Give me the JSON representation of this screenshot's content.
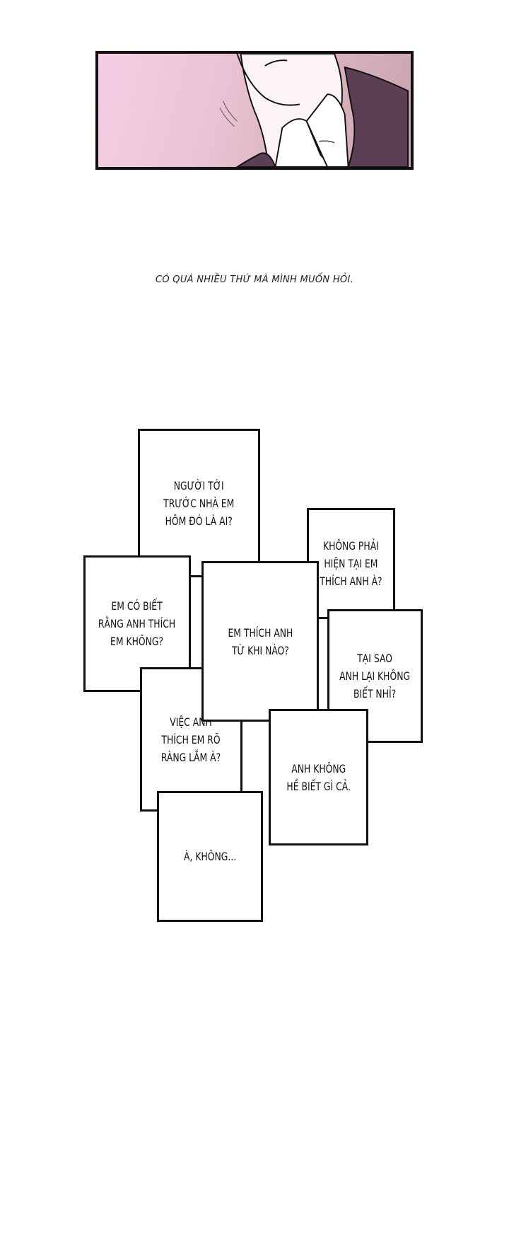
{
  "narration": "CÓ QUÁ NHIỀU THỨ MÀ MÌNH MUỐN HỎI.",
  "cards": {
    "c1": "NGƯỜI TỚI\nTRƯỚC NHÀ EM\nHÔM ĐÓ LÀ AI?",
    "c2": "KHÔNG PHẢI\nHIỆN TẠI EM\nTHÍCH ANH À?",
    "c3": "EM CÓ BIẾT\nRẰNG ANH THÍCH\nEM KHÔNG?",
    "c4": "EM THÍCH ANH\nTỪ KHI NÀO?",
    "c5": "TẠI SAO\nANH LẠI KHÔNG\nBIẾT NHỈ?",
    "c6": "VIỆC ANH\nTHÍCH EM RÕ\nRÀNG LẮM À?",
    "c7": "ANH KHÔNG\nHỀ BIẾT GÌ CẢ.",
    "c8": "À, KHÔNG..."
  }
}
